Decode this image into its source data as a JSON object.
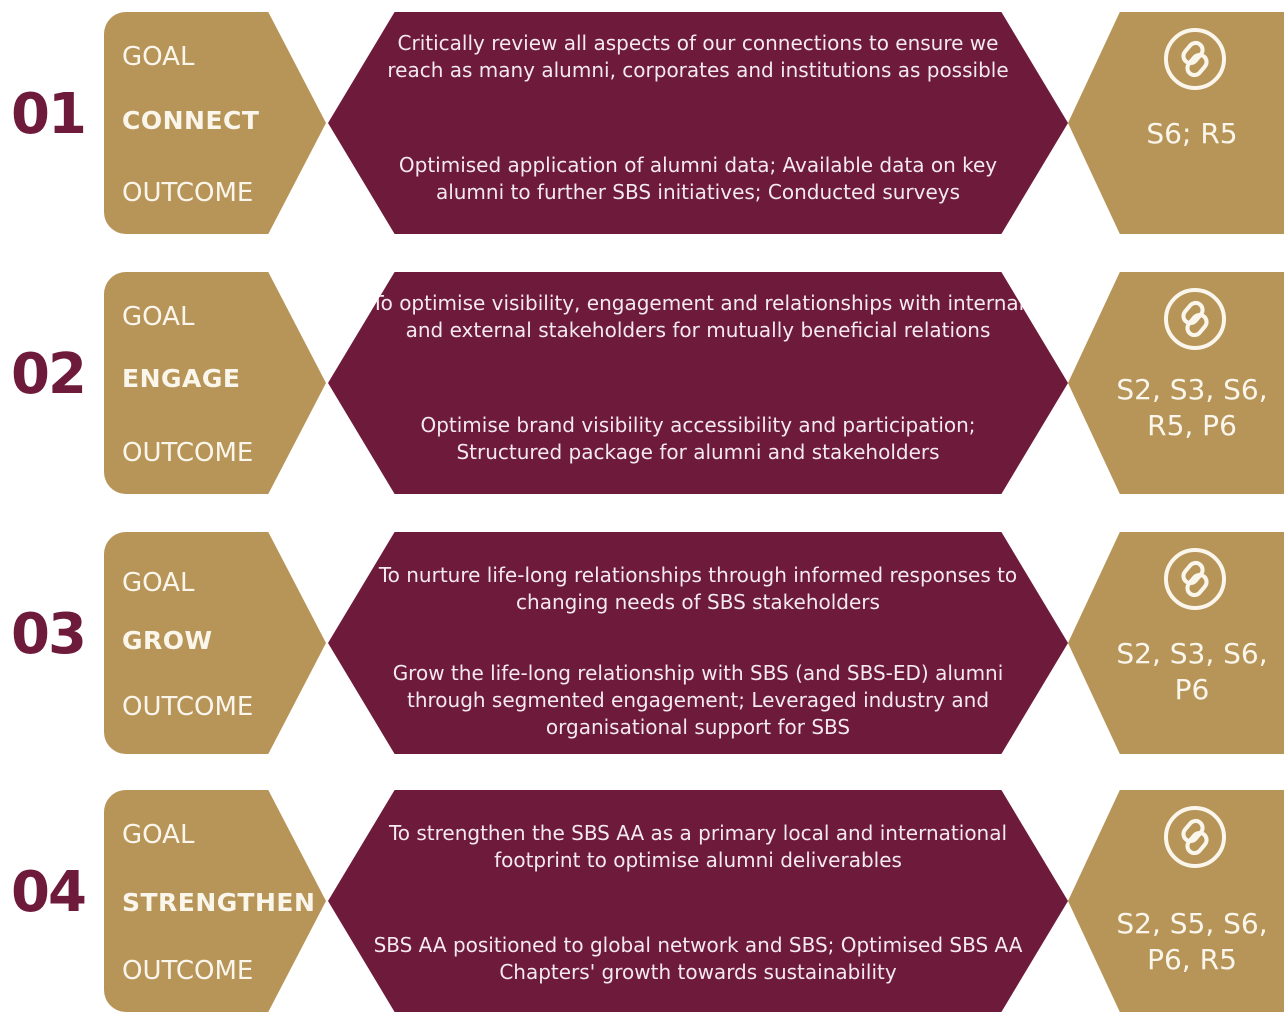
{
  "goals": [
    {
      "number": "01",
      "goal_label": "GOAL",
      "name": "CONNECT",
      "outcome_label": "OUTCOME",
      "goal_text": "Critically review all aspects of our connections to ensure we reach as many alumni, corporates and institutions as possible",
      "outcome_text": "Optimised application of alumni data; Available data on key alumni to further SBS initiatives; Conducted surveys",
      "icon": "link-icon",
      "refs": "S6; R5"
    },
    {
      "number": "02",
      "goal_label": "GOAL",
      "name": "ENGAGE",
      "outcome_label": "OUTCOME",
      "goal_text": "To optimise visibility, engagement and relationships with internal and external stakeholders for mutually beneficial relations",
      "outcome_text": "Optimise brand visibility accessibility and participation; Structured package for alumni and stakeholders",
      "icon": "link-icon",
      "refs": "S2, S3, S6, R5, P6"
    },
    {
      "number": "03",
      "goal_label": "GOAL",
      "name": "GROW",
      "outcome_label": "OUTCOME",
      "goal_text": "To nurture life-long relationships through informed responses to changing needs of SBS stakeholders",
      "outcome_text": "Grow the life-long relationship with SBS (and SBS-ED) alumni through segmented engagement; Leveraged industry and organisational support for SBS",
      "icon": "link-icon",
      "refs": "S2, S3, S6, P6"
    },
    {
      "number": "04",
      "goal_label": "GOAL",
      "name": "STRENGTHEN",
      "outcome_label": "OUTCOME",
      "goal_text": "To strengthen the SBS AA as a primary local and international footprint to optimise alumni deliverables",
      "outcome_text": "SBS AA positioned to global network and SBS; Optimised SBS AA Chapters' growth towards sustainability",
      "icon": "link-icon",
      "refs": "S2, S5, S6, P6, R5"
    }
  ],
  "colors": {
    "gold": "#b79559",
    "maroon": "#6e1a3a",
    "number": "#6e1a3a"
  }
}
